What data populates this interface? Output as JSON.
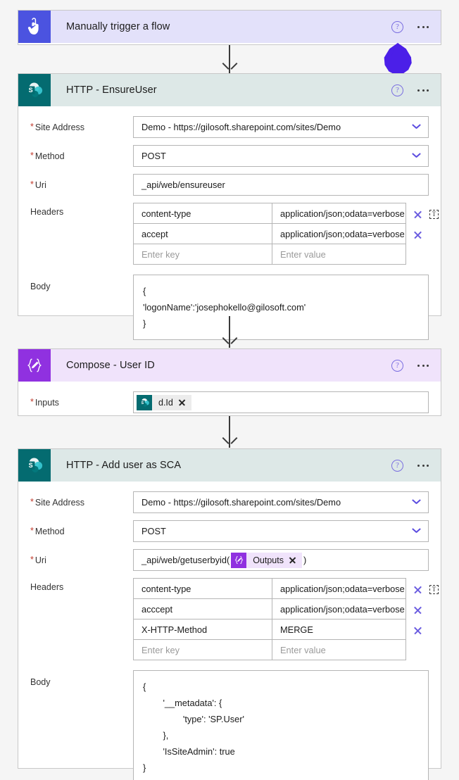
{
  "colors": {
    "page_background": "#f5f5f5",
    "trigger_accent": "#4b53e0",
    "trigger_header": "#e3e1fa",
    "sharepoint_accent": "#046b70",
    "sharepoint_header": "#dde8e7",
    "compose_accent": "#9031e0",
    "compose_header": "#f0e3fb",
    "required_asterisk": "#c0392b",
    "delete_icon": "#6a5ce0",
    "cursor_pin": "#4b1fe8"
  },
  "common": {
    "help_icon": "help-circle-icon",
    "help_glyph": "?",
    "more_icon": "ellipsis-icon",
    "chevron_icon": "chevron-down-icon",
    "delete_icon": "close-x-icon",
    "switch_icon": "switch-to-text-mode-icon",
    "switch_glyph": "T",
    "key_placeholder": "Enter key",
    "value_placeholder": "Enter value",
    "headers_label": "Headers",
    "body_label": "Body",
    "site_address_label": "Site Address",
    "method_label": "Method",
    "uri_label": "Uri",
    "inputs_label": "Inputs"
  },
  "cards": [
    {
      "id": "trigger",
      "title": "Manually trigger a flow",
      "icon": "hand-pointer-icon"
    },
    {
      "id": "http-ensureuser",
      "title": "HTTP - EnsureUser",
      "icon": "sharepoint-icon",
      "site_address": "Demo - https://gilosoft.sharepoint.com/sites/Demo",
      "method": "POST",
      "uri": "_api/web/ensureuser",
      "headers": [
        {
          "key": "content-type",
          "value": "application/json;odata=verbose"
        },
        {
          "key": "accept",
          "value": "application/json;odata=verbose"
        }
      ],
      "body": "{\n'logonName':'josephokello@gilosoft.com'\n}"
    },
    {
      "id": "compose-user-id",
      "title": "Compose - User ID",
      "icon": "compose-braces-pencil-icon",
      "inputs_token": {
        "label": "d.Id",
        "icon": "sharepoint-icon"
      }
    },
    {
      "id": "http-add-user-as-sca",
      "title": "HTTP - Add user as SCA",
      "icon": "sharepoint-icon",
      "site_address": "Demo - https://gilosoft.sharepoint.com/sites/Demo",
      "method": "POST",
      "uri_prefix": "_api/web/getuserbyid(",
      "uri_token": {
        "label": "Outputs",
        "icon": "compose-braces-pencil-icon"
      },
      "uri_suffix": ")",
      "headers": [
        {
          "key": "content-type",
          "value": "application/json;odata=verbose"
        },
        {
          "key": "acccept",
          "value": "application/json;odata=verbose"
        },
        {
          "key": "X-HTTP-Method",
          "value": "MERGE"
        }
      ],
      "body": "{\n        '__metadata': {\n                'type': 'SP.User'\n        },\n        'IsSiteAdmin': true\n}"
    }
  ]
}
